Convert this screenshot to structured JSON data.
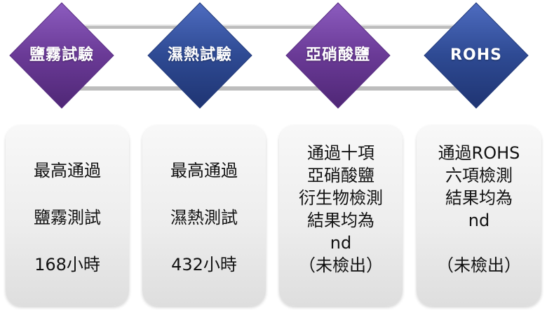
{
  "steps": [
    {
      "title": "鹽霧試驗",
      "color": "purple"
    },
    {
      "title": "濕熱試驗",
      "color": "blue"
    },
    {
      "title": "亞硝酸鹽",
      "color": "purple"
    },
    {
      "title": "ROHS",
      "color": "blue"
    }
  ],
  "cards": [
    {
      "lines": [
        "最高通過",
        "鹽霧測試",
        "168小時"
      ]
    },
    {
      "lines": [
        "最高通過",
        "濕熱測試",
        "432小時"
      ]
    },
    {
      "lines": [
        "通過十項",
        "亞硝酸鹽",
        "衍生物檢測",
        "結果均為",
        "nd",
        "（未檢出）"
      ]
    },
    {
      "lines": [
        "通過ROHS",
        "六項檢測",
        "結果均為",
        "nd",
        "",
        "（未檢出）"
      ]
    }
  ],
  "colors": {
    "purple": "#6a3a96",
    "blue": "#2e4a93",
    "connector": "#bcbcbc"
  }
}
